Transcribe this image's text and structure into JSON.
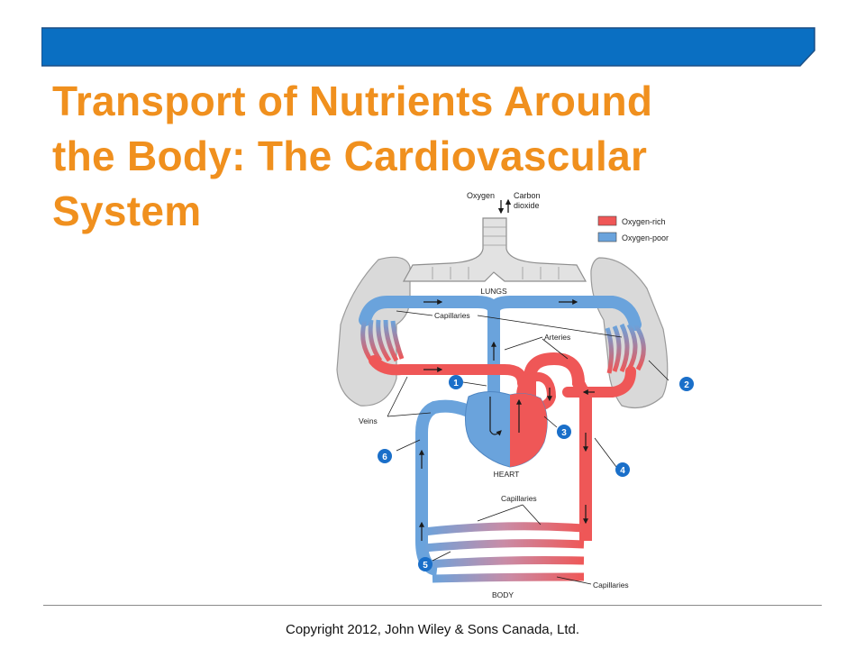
{
  "slide": {
    "title_lines": [
      "Transport of Nutrients Around",
      "the Body: The Cardiovascular",
      "System"
    ],
    "footer": "Copyright 2012, John Wiley & Sons Canada, Ltd.",
    "colors": {
      "banner": "#0a6fc2",
      "title": "#f0901e",
      "oxygen_rich": "#ef5757",
      "oxygen_poor": "#6aa3dc",
      "badge": "#1a6fc9"
    }
  },
  "diagram": {
    "gas_labels": {
      "oxygen": "Oxygen",
      "carbon_dioxide_line1": "Carbon",
      "carbon_dioxide_line2": "dioxide"
    },
    "legend": {
      "oxygen_rich": "Oxygen-rich",
      "oxygen_poor": "Oxygen-poor"
    },
    "labels": {
      "lungs": "LUNGS",
      "capillaries_top": "Capillaries",
      "arteries": "Arteries",
      "veins": "Veins",
      "heart": "HEART",
      "capillaries_mid": "Capillaries",
      "capillaries_bottom": "Capillaries",
      "body": "BODY"
    },
    "badges": [
      "1",
      "2",
      "3",
      "4",
      "5",
      "6"
    ]
  }
}
